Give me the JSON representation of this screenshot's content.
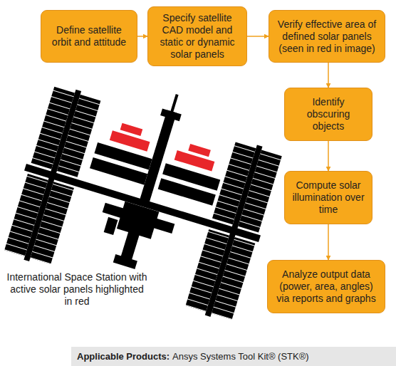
{
  "diagram": {
    "nodes": [
      {
        "text": [
          "Define satellite orbit and attitude"
        ]
      },
      {
        "text": [
          "Specify satellite CAD model and static or dynamic solar panels"
        ]
      },
      {
        "text": [
          "Verify effective area of defined solar panels (seen in red in image)"
        ]
      },
      {
        "text": [
          "Identify obscuring objects"
        ]
      },
      {
        "text": [
          "Compute solar illumination over time"
        ]
      },
      {
        "text": [
          "Analyze output data (power, area, angles) via reports and graphs"
        ]
      }
    ],
    "edges": [
      {
        "from": 0,
        "to": 1,
        "arrow": "to"
      },
      {
        "from": 1,
        "to": 2,
        "arrow": "to"
      },
      {
        "from": 2,
        "to": 3,
        "arrow": "to"
      },
      {
        "from": 3,
        "to": 4,
        "arrow": "to"
      },
      {
        "from": 4,
        "to": 5,
        "arrow": "to"
      }
    ],
    "labels": [
      "International Space Station with active solar panels highlighted in red",
      "Applicable Products:",
      "Ansys Systems Tool Kit® (STK®)"
    ]
  }
}
